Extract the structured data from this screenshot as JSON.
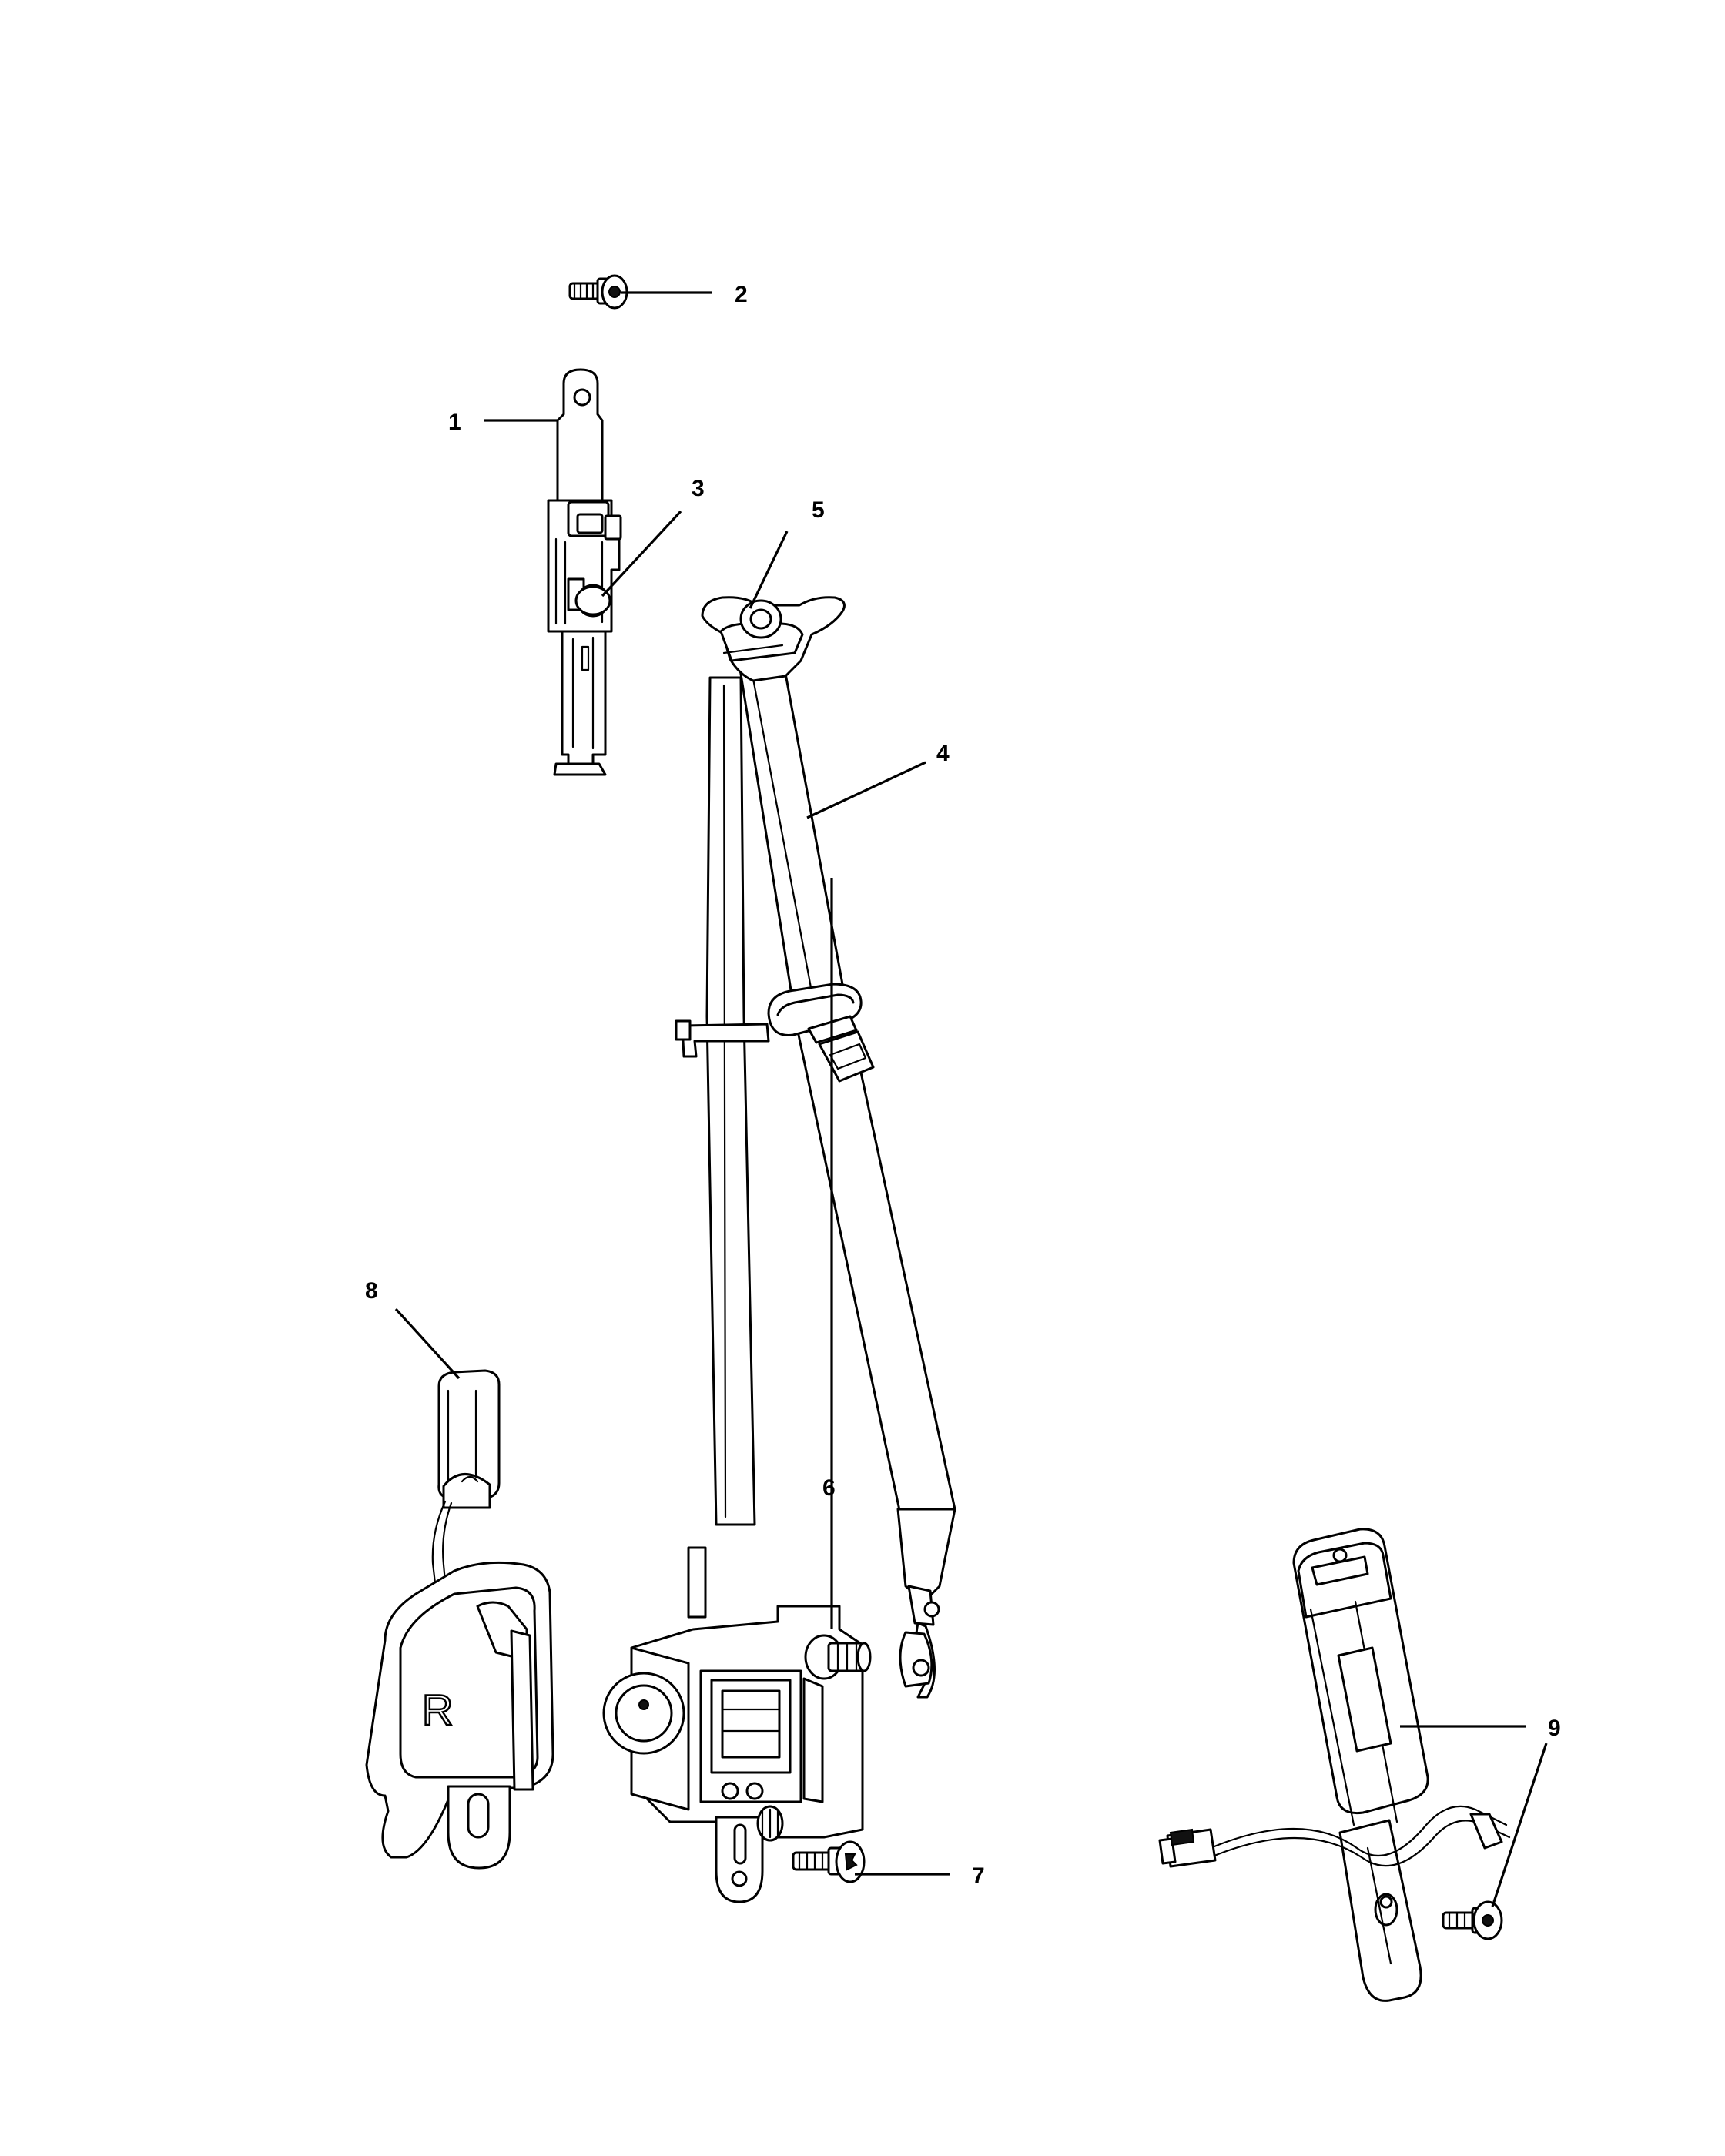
{
  "callouts": [
    {
      "id": "1",
      "label": "1"
    },
    {
      "id": "2",
      "label": "2"
    },
    {
      "id": "3",
      "label": "3"
    },
    {
      "id": "4",
      "label": "4"
    },
    {
      "id": "5",
      "label": "5"
    },
    {
      "id": "6",
      "label": "6"
    },
    {
      "id": "7",
      "label": "7"
    },
    {
      "id": "8",
      "label": "8"
    },
    {
      "id": "9",
      "label": "9"
    }
  ],
  "cover_marking": "R",
  "colors": {
    "line": "#000000",
    "background": "#ffffff"
  }
}
